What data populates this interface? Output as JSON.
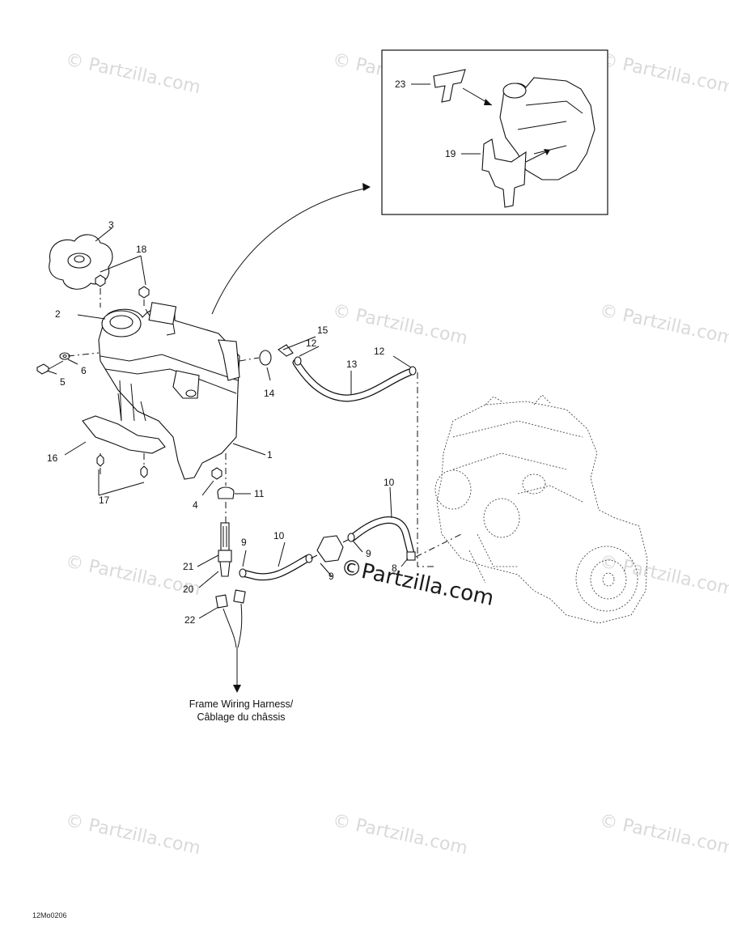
{
  "watermark_text": "© Partzilla.com",
  "center_watermark": "©Partzilla.com",
  "callouts": {
    "c1": "1",
    "c2": "2",
    "c3": "3",
    "c4": "4",
    "c5": "5",
    "c6": "6",
    "c8": "8",
    "c9a": "9",
    "c9b": "9",
    "c9c": "9",
    "c10a": "10",
    "c10b": "10",
    "c11": "11",
    "c12a": "12",
    "c12b": "12",
    "c13": "13",
    "c14": "14",
    "c15": "15",
    "c16": "16",
    "c17": "17",
    "c18": "18",
    "c19": "19",
    "c20": "20",
    "c21": "21",
    "c22": "22",
    "c23": "23"
  },
  "note": {
    "line1": "Frame Wiring Harness/",
    "line2": "Câblage du châssis"
  },
  "figure_code": "12Mo0206"
}
